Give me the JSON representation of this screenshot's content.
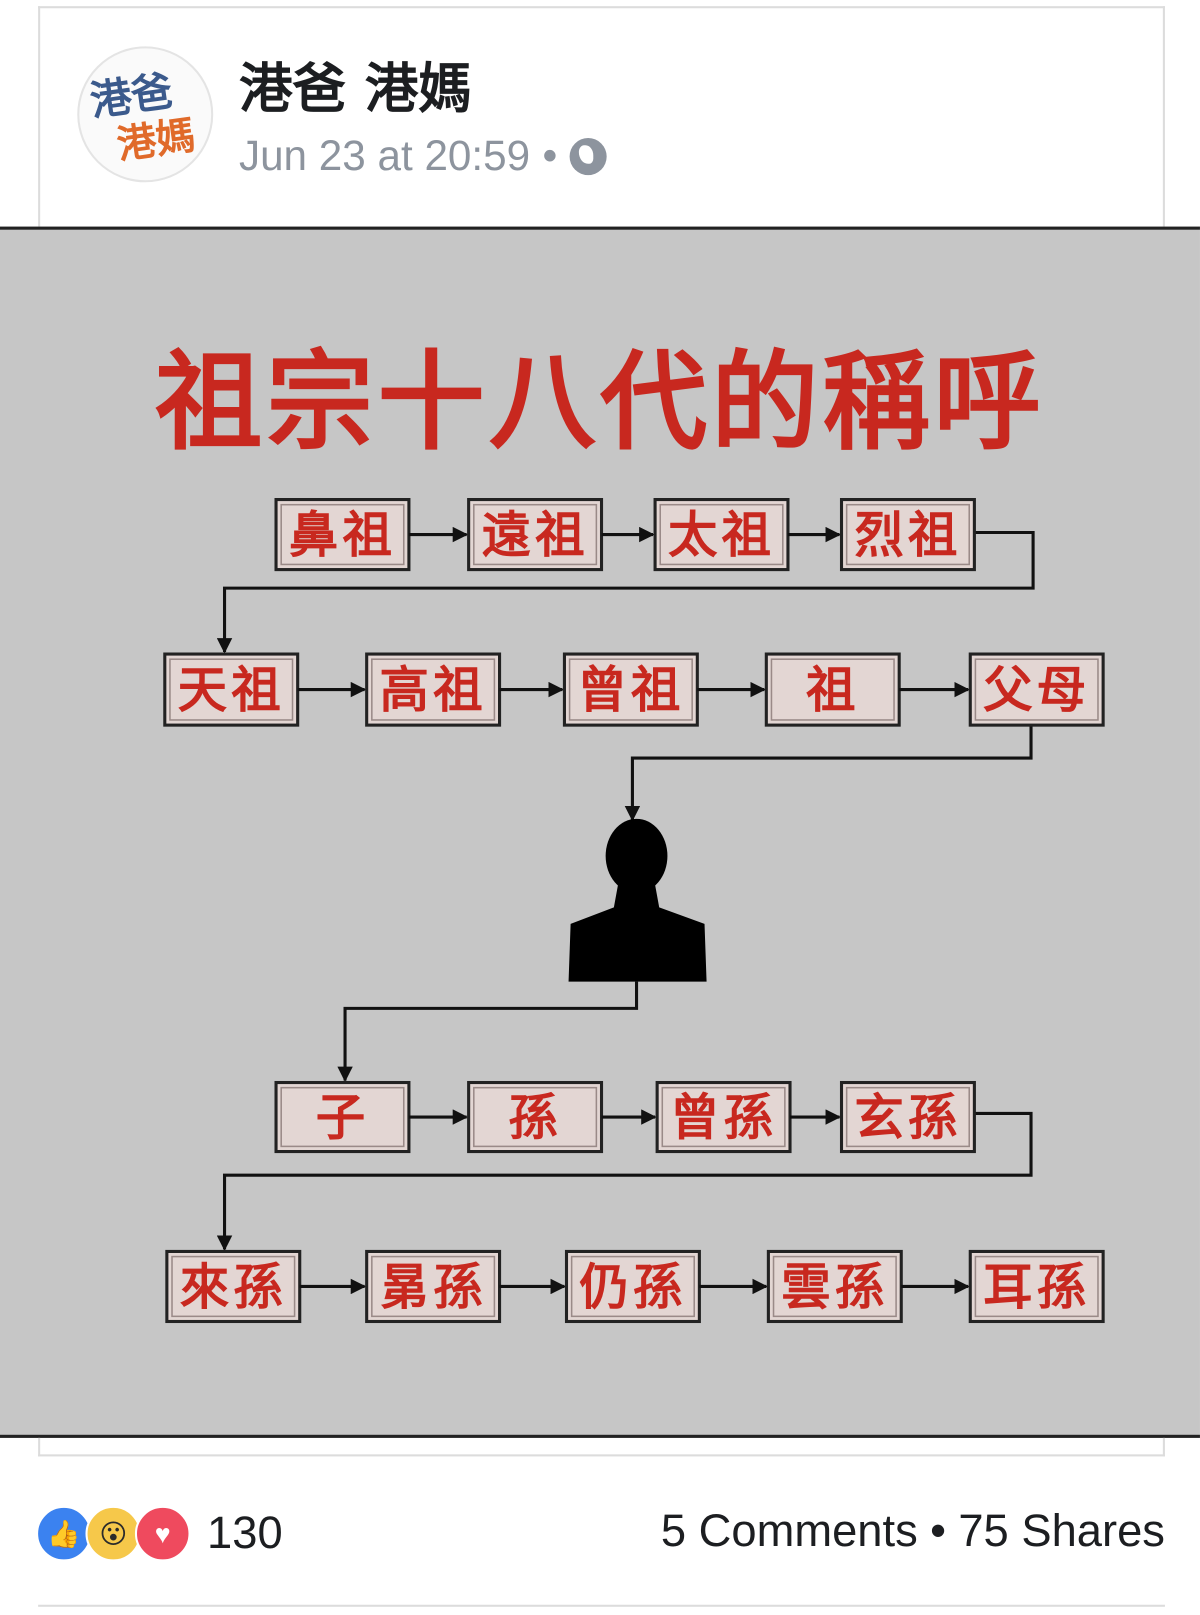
{
  "post": {
    "author": "港爸 港媽",
    "avatar_text_top": "港爸",
    "avatar_text_bottom": "港媽",
    "timestamp": "Jun 23 at 20:59",
    "separator": "•",
    "privacy_icon": "globe-icon"
  },
  "image": {
    "title": "祖宗十八代的稱呼",
    "rows": [
      [
        "鼻祖",
        "遠祖",
        "太祖",
        "烈祖"
      ],
      [
        "天祖",
        "高祖",
        "曾祖",
        "祖",
        "父母"
      ],
      [
        "子",
        "孫",
        "曾孫",
        "玄孫"
      ],
      [
        "來孫",
        "晜孫",
        "仍孫",
        "雲孫",
        "耳孫"
      ]
    ]
  },
  "footer": {
    "reaction_icons": [
      "like-icon",
      "wow-icon",
      "love-icon"
    ],
    "reaction_count": "130",
    "comments": "5 Comments",
    "separator": "•",
    "shares": "75 Shares"
  },
  "colors": {
    "title_red": "#c8281f",
    "box_fill": "#e3d6d3",
    "background_gray": "#c6c6c6"
  }
}
